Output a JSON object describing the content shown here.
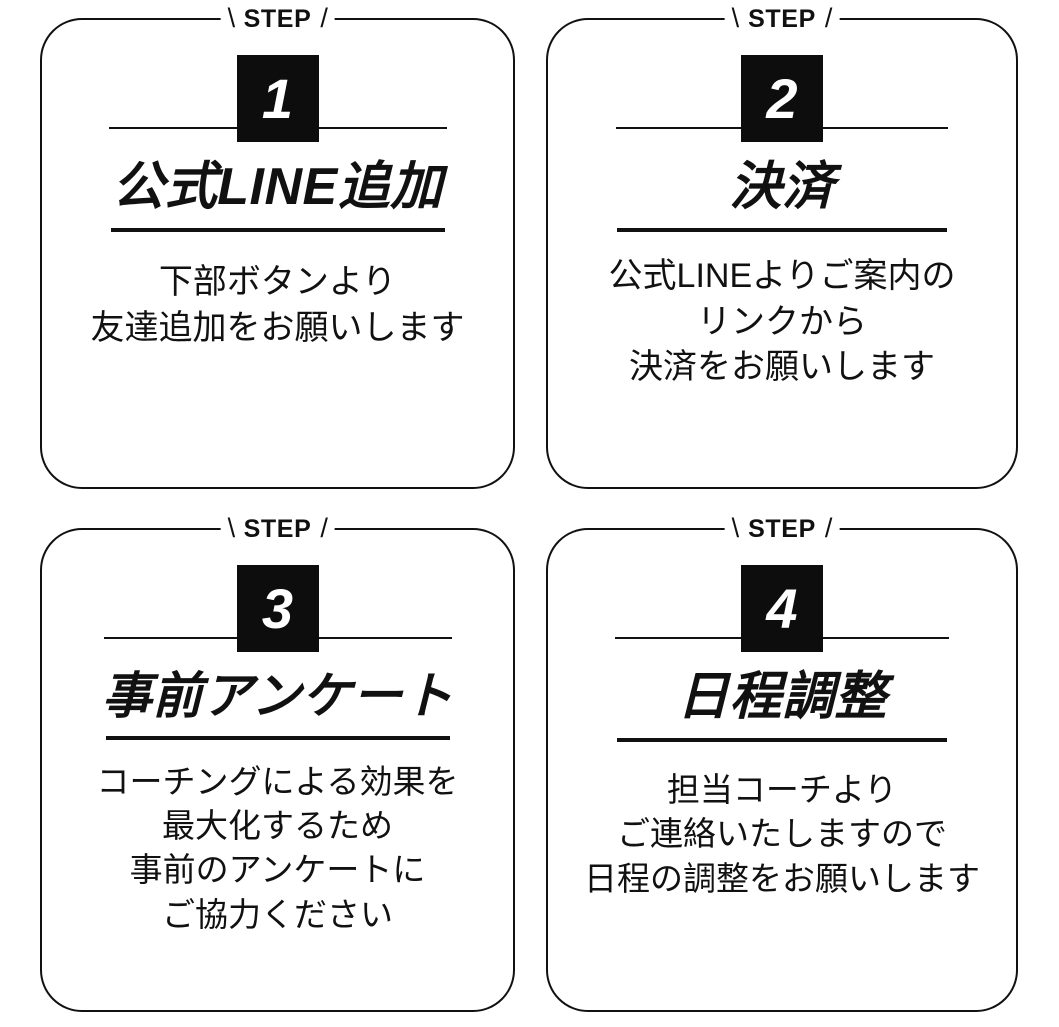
{
  "page": {
    "background_color": "#ffffff",
    "text_color": "#111111",
    "badge_color": "#0d0d0d",
    "badge_text_color": "#ffffff"
  },
  "cards": [
    {
      "step_label": "STEP",
      "slash_left": "\\",
      "slash_right": "/",
      "number": "1",
      "title": "公式LINE追加",
      "body": "下部ボタンより\n友達追加をお願いします"
    },
    {
      "step_label": "STEP",
      "slash_left": "\\",
      "slash_right": "/",
      "number": "2",
      "title": "決済",
      "body": "公式LINEよりご案内の\nリンクから\n決済をお願いします"
    },
    {
      "step_label": "STEP",
      "slash_left": "\\",
      "slash_right": "/",
      "number": "3",
      "title": "事前アンケート",
      "body": "コーチングによる効果を\n最大化するため\n事前のアンケートに\nご協力ください"
    },
    {
      "step_label": "STEP",
      "slash_left": "\\",
      "slash_right": "/",
      "number": "4",
      "title": "日程調整",
      "body": "担当コーチより\nご連絡いたしますので\n日程の調整をお願いします"
    }
  ]
}
